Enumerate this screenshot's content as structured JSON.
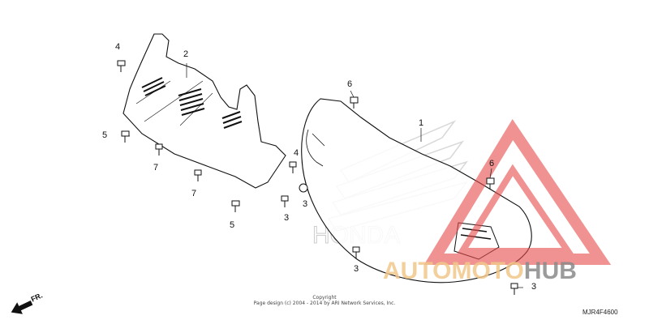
{
  "callouts": [
    "1",
    "2",
    "3",
    "3",
    "3",
    "3",
    "4",
    "4",
    "5",
    "5",
    "6",
    "6",
    "7",
    "7"
  ],
  "front_marker": "FR.",
  "copyright": {
    "line1": "Copyright",
    "line2": "Page design (c) 2004 - 2014 by ARI Network Services, Inc."
  },
  "diagram_code": "MJR4F4600",
  "watermark": {
    "part1": "AUTO",
    "part2": "MOTO",
    "part3": "HUB"
  },
  "background_logo": "HONDA",
  "colors": {
    "line": "#111111",
    "watermark_red": "#e84a4a",
    "watermark_orange": "#f2c78a",
    "watermark_gray": "#8a8a8a"
  }
}
